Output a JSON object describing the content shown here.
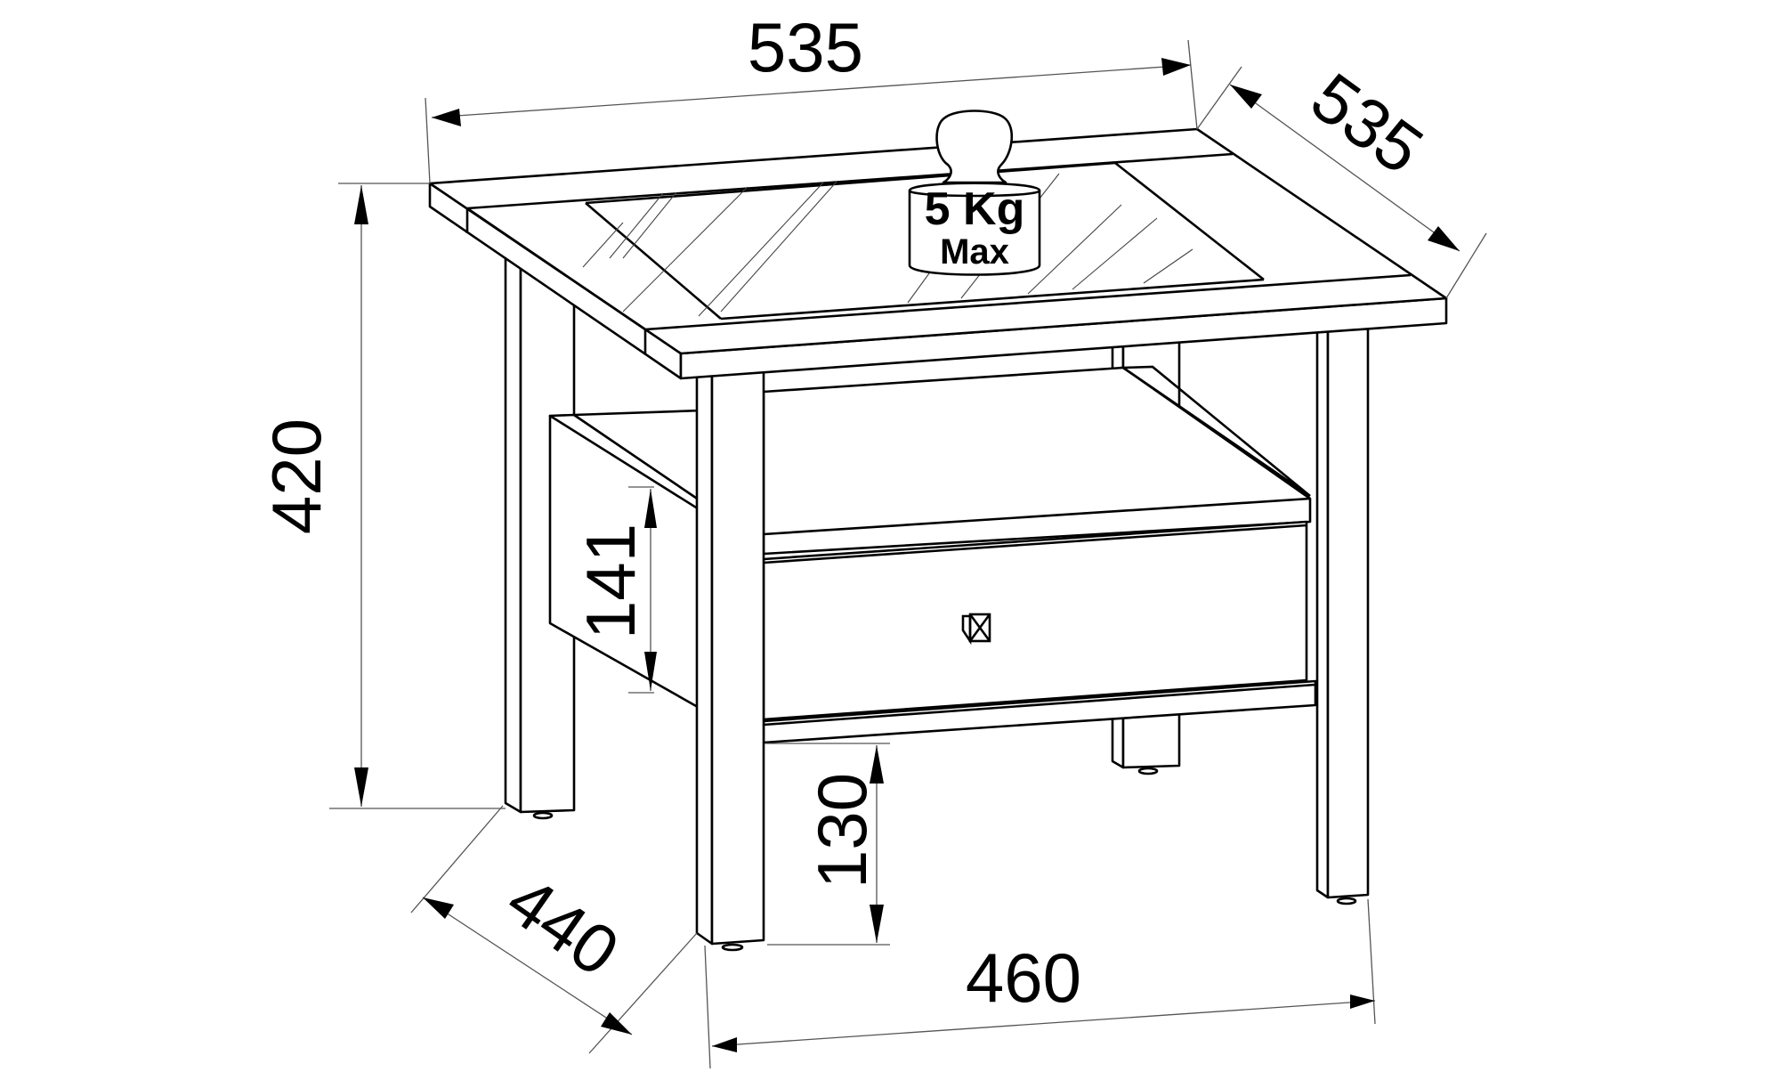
{
  "diagram": {
    "type": "furniture dimension drawing",
    "subject": "side table with glass top, open shelf and drawer",
    "units": "mm",
    "dimensions": {
      "top_width": "535",
      "top_depth": "535",
      "total_height": "420",
      "shelf_opening_height": "141",
      "floor_clearance": "130",
      "leg_width_span": "460",
      "leg_depth_span": "440"
    },
    "weight_limit": {
      "value": "5 Kg",
      "label": "Max"
    },
    "colors": {
      "line": "#000000",
      "background": "#ffffff"
    }
  }
}
